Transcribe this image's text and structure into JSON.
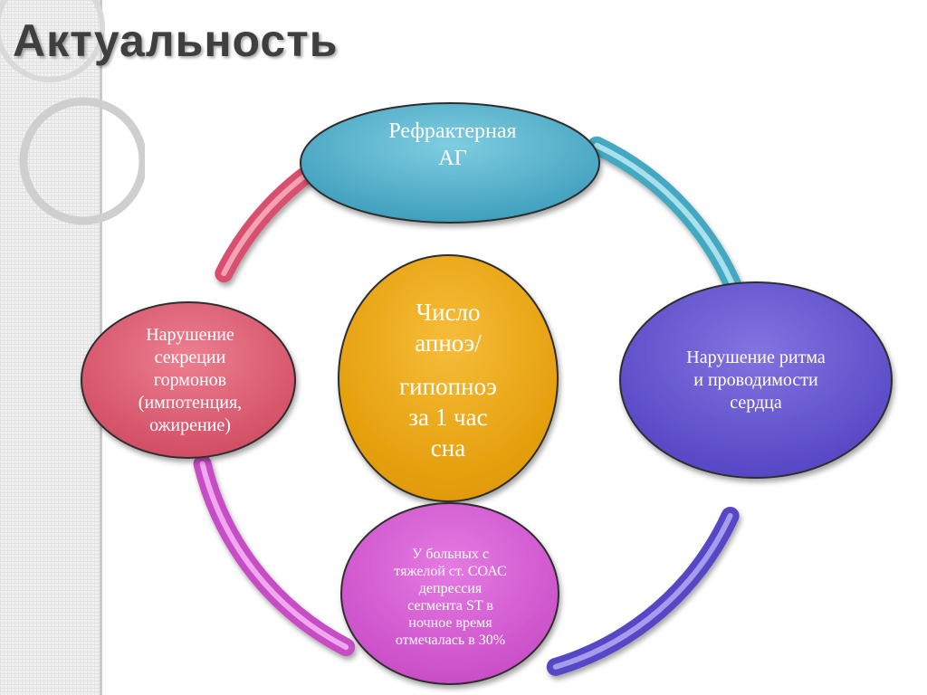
{
  "title": "Актуальность",
  "nodes": {
    "top": {
      "lines": [
        "Рефрактерная",
        "АГ"
      ],
      "color": "#5ab3cc"
    },
    "right": {
      "lines": [
        "Нарушение ритма",
        "и проводимости",
        "сердца"
      ],
      "color": "#6b5bd3"
    },
    "left": {
      "lines": [
        "Нарушение",
        "секреции",
        "гормонов",
        "(импотенция,",
        "ожирение)"
      ],
      "color": "#e0667a"
    },
    "center": {
      "lines_a": [
        "Число",
        "апноэ/"
      ],
      "lines_b": [
        "гипопноэ",
        "за 1 час",
        "сна"
      ],
      "color": "#eba616"
    },
    "bottom": {
      "lines": [
        "У больных с",
        "тяжелой ст. СОАС",
        "депрессия",
        "сегмента ST  в",
        "ночное время",
        "отмечалась в 30%"
      ],
      "color": "#d861d6"
    }
  },
  "ring": {
    "colors": [
      "#e85f7f",
      "#5bbcd0",
      "#6b5bd3",
      "#d861d6"
    ]
  }
}
